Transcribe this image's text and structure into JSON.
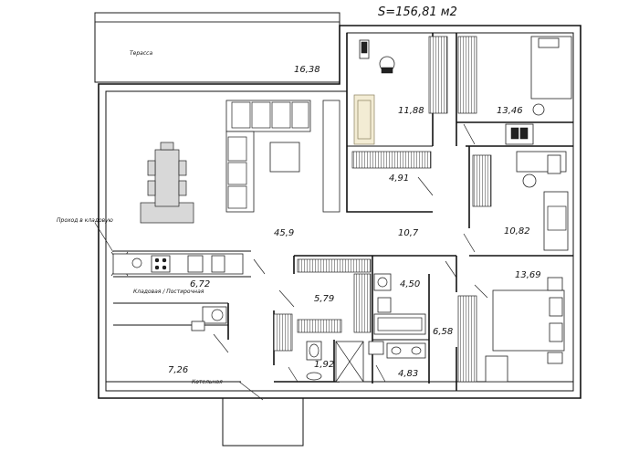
{
  "title": "S=156,81 м2",
  "labels": {
    "terrace_name": "Терасса",
    "terrace_area": "16,38",
    "living_area": "45,9",
    "hall_area": "10,7",
    "study_area": "11,88",
    "closet_top_area": "4,91",
    "bedroom_tr_area": "13,46",
    "office_area": "10,82",
    "bedroom_main_area": "13,69",
    "kitchen_area": "6,72",
    "pantry_name": "Кладовая / Постирочная",
    "dressing_area": "5,79",
    "corridor_area": "4,50",
    "wc_area": "1,92",
    "bathroom_area": "4,83",
    "closet_bedroom_area": "6,58",
    "boiler_area": "7,26",
    "boiler_name": "Котельная",
    "chimney_note": "Проход в кладовую"
  }
}
